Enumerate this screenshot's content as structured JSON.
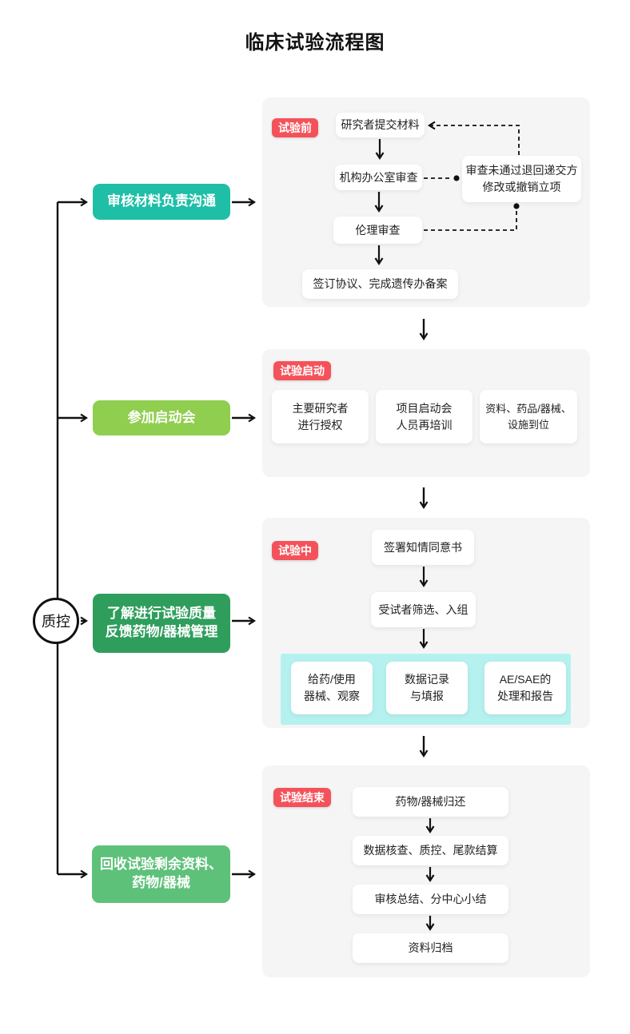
{
  "title": "临床试验流程图",
  "qc": {
    "circle_label": "质控",
    "items": [
      {
        "label": "审核材料负责沟通",
        "color": "#1fbfa7"
      },
      {
        "label": "参加启动会",
        "color": "#8fce4e"
      },
      {
        "label": "了解进行试验质量\n反馈药物/器械管理",
        "color": "#2f9e5c"
      },
      {
        "label": "回收试验剩余资料、\n药物/器械",
        "color": "#5ec17a"
      }
    ]
  },
  "stages": [
    {
      "badge": "试验前",
      "nodes": [
        {
          "label": "研究者提交材料"
        },
        {
          "label": "机构办公室审查"
        },
        {
          "label": "伦理审查"
        },
        {
          "label": "签订协议、完成遗传办备案"
        },
        {
          "label": "审查未通过退回递交方\n修改或撤销立项"
        }
      ]
    },
    {
      "badge": "试验启动",
      "nodes": [
        {
          "label": "主要研究者\n进行授权"
        },
        {
          "label": "项目启动会\n人员再培训"
        },
        {
          "label": "资料、药品/器械、\n设施到位"
        }
      ]
    },
    {
      "badge": "试验中",
      "nodes": [
        {
          "label": "签署知情同意书"
        },
        {
          "label": "受试者筛选、入组"
        },
        {
          "label": "给药/使用\n器械、观察"
        },
        {
          "label": "数据记录\n与填报"
        },
        {
          "label": "AE/SAE的\n处理和报告"
        }
      ]
    },
    {
      "badge": "试验结束",
      "nodes": [
        {
          "label": "药物/器械归还"
        },
        {
          "label": "数据核查、质控、尾款结算"
        },
        {
          "label": "审核总结、分中心小结"
        },
        {
          "label": "资料归档"
        }
      ]
    }
  ],
  "colors": {
    "badge_red": "#f4525a",
    "panel_gray": "#f5f5f5",
    "strip_cyan": "#b5f1ef",
    "teal": "#1fbfa7",
    "light_green": "#8fce4e",
    "dark_green": "#2f9e5c",
    "mid_green": "#5ec17a",
    "line_black": "#111111"
  }
}
